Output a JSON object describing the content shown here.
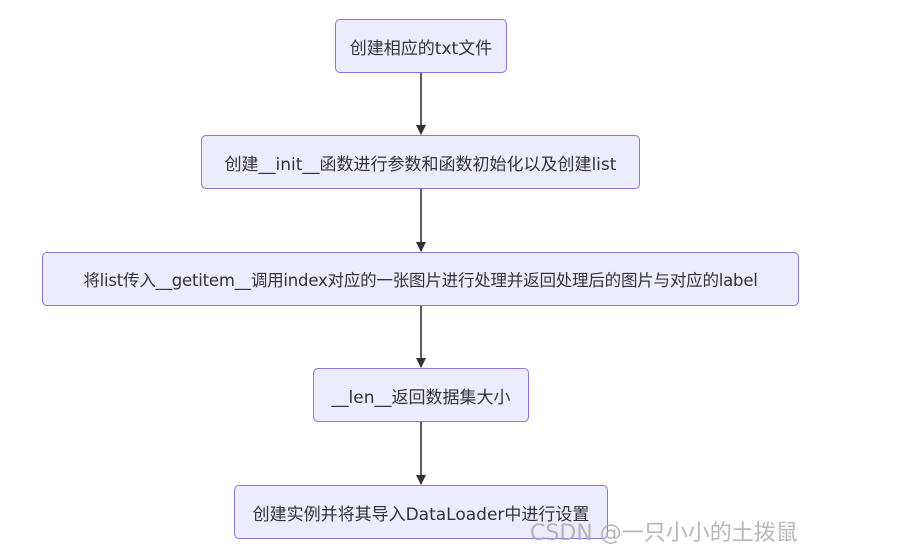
{
  "nodes": [
    {
      "id": "n1",
      "label": "创建相应的txt文件"
    },
    {
      "id": "n2",
      "label": "创建__init__函数进行参数和函数初始化以及创建list"
    },
    {
      "id": "n3",
      "label": "将list传入__getitem__调用index对应的一张图片进行处理并返回处理后的图片与对应的label"
    },
    {
      "id": "n4",
      "label": "__len__返回数据集大小"
    },
    {
      "id": "n5",
      "label": "创建实例并将其导入DataLoader中进行设置"
    }
  ],
  "edges": [
    {
      "from": "n1",
      "to": "n2"
    },
    {
      "from": "n2",
      "to": "n3"
    },
    {
      "from": "n3",
      "to": "n4"
    },
    {
      "from": "n4",
      "to": "n5"
    }
  ],
  "watermark": "CSDN @一只小小的土拨鼠",
  "colors": {
    "node_fill": "#ececff",
    "node_border": "#9370db",
    "edge": "#333333",
    "text": "#333333"
  }
}
